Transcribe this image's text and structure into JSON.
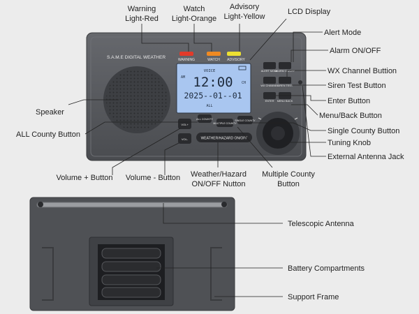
{
  "device": {
    "brand_strip": "S.A.M.E DIGITAL WEATHER",
    "alert_lights": [
      "WARNING",
      "WATCH",
      "ADVISORY"
    ],
    "lcd": {
      "top_label": "VOICE",
      "time": "12:00",
      "date": "2025--01--01",
      "bottom_label": "ALL",
      "left_label": "AM",
      "right_label": "CH"
    },
    "buttons": {
      "alert_mode": "ALERT MODE",
      "alarm": "ALARM ON/OFF",
      "wx_channel": "WX CHANNEL",
      "siren_test": "SIREN TEST",
      "enter": "ENTER",
      "menu_back": "MENU BACK",
      "all_county": "ALL COUNTY",
      "multiple_county": "MULTIPLE COUNTY",
      "single_county": "SINGLE COUNTY",
      "wx_hazard": "WEATHER/HAZARD ON/OFF",
      "vol_plus": "VOL+",
      "vol_minus": "VOL-"
    }
  },
  "callouts": {
    "warning_light": [
      "Warning",
      "Light-Red"
    ],
    "watch_light": [
      "Watch",
      "Light-Orange"
    ],
    "advisory_light": [
      "Advisory",
      "Light-Yellow"
    ],
    "lcd_display": "LCD Display",
    "alert_mode": "Alert Mode",
    "alarm": "Alarm ON/OFF",
    "wx_channel": "WX Channel Buttion",
    "siren_test": "Siren Test Button",
    "enter": "Enter Button",
    "menu_back": "Menu/Back Button",
    "single_county": "Single County Button",
    "tuning_knob": "Tuning Knob",
    "antenna_jack": "External Antenna Jack",
    "speaker": "Speaker",
    "all_county": "ALL County Button",
    "volume_plus": "Volume + Button",
    "volume_minus": "Volume - Button",
    "wx_hazard": [
      "Weather/Hazard",
      "ON/OFF Nutton"
    ],
    "multiple_county": [
      "Multiple County",
      "Button"
    ],
    "telescopic_antenna": "Telescopic Antenna",
    "battery": "Battery Compartments",
    "support_frame": "Support Frame"
  },
  "colors": {
    "body": "#55575c",
    "lcd": "#a9c6f0",
    "warning": "#e23a2a",
    "watch": "#f08a22",
    "advisory": "#ece032"
  }
}
